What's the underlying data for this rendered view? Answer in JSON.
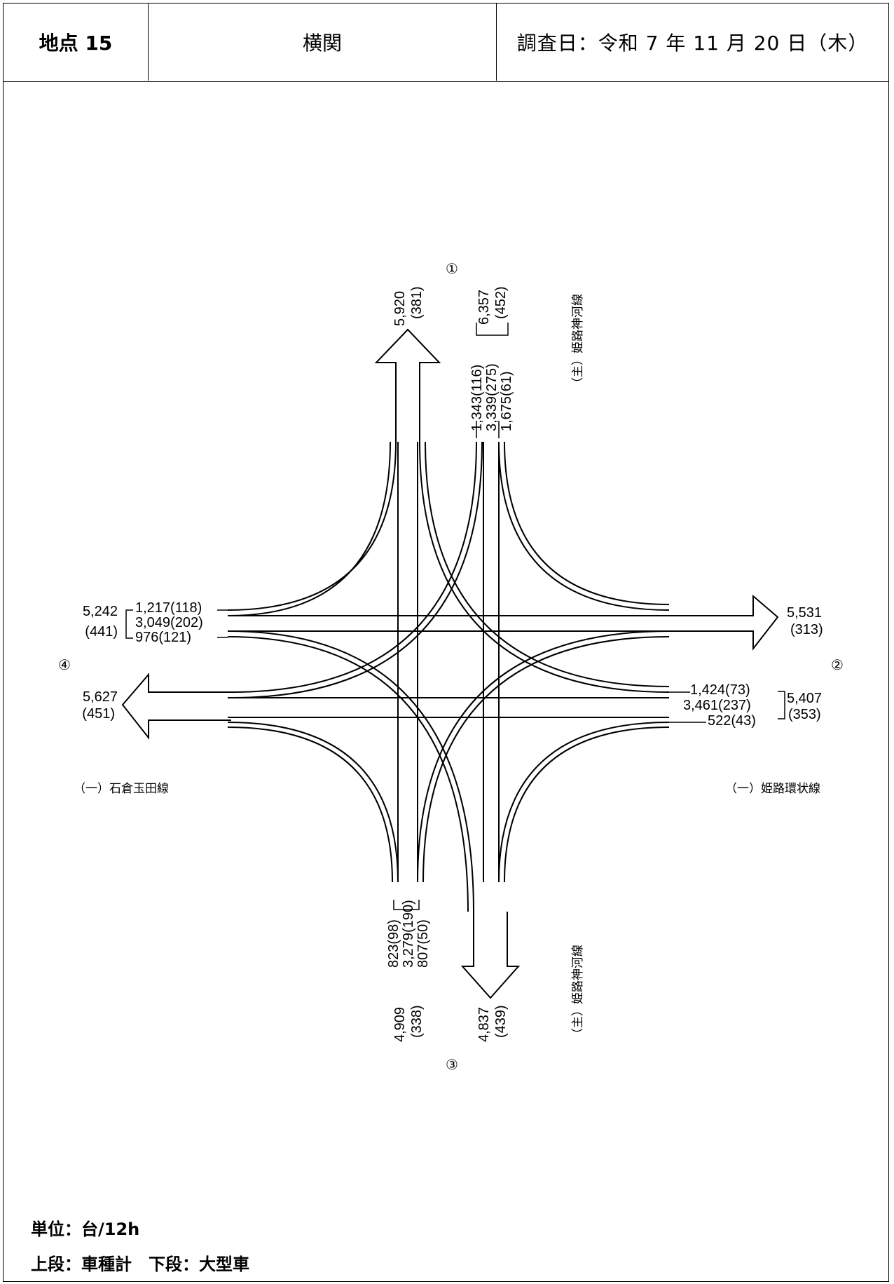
{
  "header": {
    "point": "地点 15",
    "location": "横関",
    "date": "調査日：令和 7 年 11 月 20 日（木）"
  },
  "roads": {
    "north": "（主）姫路神河線",
    "south": "（主）姫路神河線",
    "west": "（一）石倉玉田線",
    "east": "（一）姫路環状線"
  },
  "approach_markers": {
    "north": "①",
    "east": "②",
    "south": "③",
    "west": "④"
  },
  "volumes": {
    "north": {
      "outflow_total": "5,920",
      "outflow_large": "(381)",
      "inflow_total": "6,357",
      "inflow_large": "(452)",
      "turns": [
        "1,343(116)",
        "3,339(275)",
        "1,675(61)"
      ]
    },
    "east": {
      "outflow_total": "5,531",
      "outflow_large": "(313)",
      "inflow_total": "5,407",
      "inflow_large": "(353)",
      "turns": [
        "1,424(73)",
        "3,461(237)",
        "522(43)"
      ]
    },
    "south": {
      "outflow_total": "4,837",
      "outflow_large": "(439)",
      "inflow_total": "4,909",
      "inflow_large": "(338)",
      "turns": [
        "823(98)",
        "3,279(190)",
        "807(50)"
      ]
    },
    "west": {
      "outflow_total": "5,627",
      "outflow_large": "(451)",
      "inflow_total": "5,242",
      "inflow_large": "(441)",
      "turns": [
        "1,217(118)",
        "3,049(202)",
        "976(121)"
      ]
    }
  },
  "legend": {
    "unit": "単位：台/12h",
    "rows": "上段：車種計　下段：大型車"
  }
}
